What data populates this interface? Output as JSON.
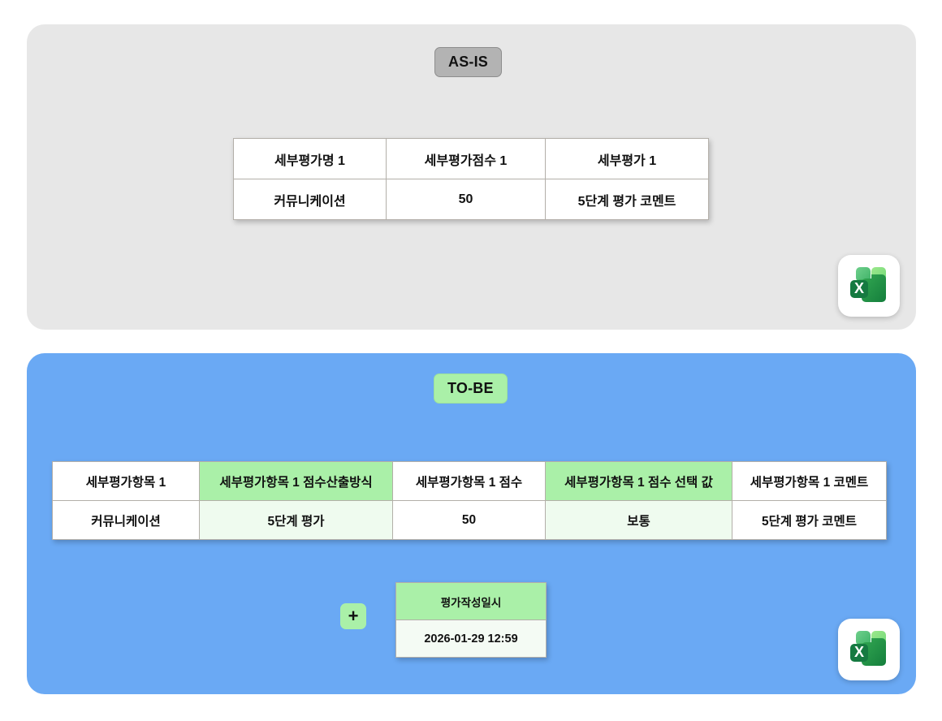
{
  "sections": {
    "asis": {
      "badge_label": "AS-IS",
      "badge_bg": "#b3b3b3",
      "panel_bg": "#e7e7e7",
      "table": {
        "headers": [
          "세부평가명 1",
          "세부평가점수 1",
          "세부평가 1"
        ],
        "rows": [
          [
            "커뮤니케이션",
            "50",
            "5단계 평가 코멘트"
          ]
        ]
      },
      "excel_icon": "excel-icon"
    },
    "tobe": {
      "badge_label": "TO-BE",
      "badge_bg": "#aaf0a8",
      "panel_bg": "#6aa9f4",
      "table": {
        "headers": [
          "세부평가항목 1",
          "세부평가항목 1 점수산출방식",
          "세부평가항목 1 점수",
          "세부평가항목 1 점수 선택 값",
          "세부평가항목 1 코멘트"
        ],
        "highlighted_columns": [
          1,
          3
        ],
        "highlight_color": "#aaf0a8",
        "rows": [
          [
            "커뮤니케이션",
            "5단계 평가",
            "50",
            "보통",
            "5단계 평가 코멘트"
          ]
        ]
      },
      "add_button_label": "+",
      "date_table": {
        "header": "평가작성일시",
        "value": "2026-01-29 12:59"
      },
      "excel_icon": "excel-icon"
    }
  }
}
